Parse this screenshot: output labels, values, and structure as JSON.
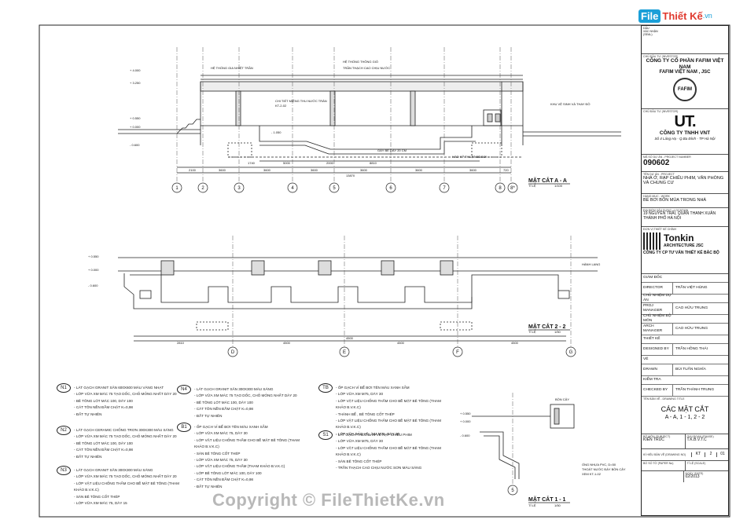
{
  "watermark": {
    "top_brand": "File",
    "top_brand2": "Thiết Kế",
    "top_domain": ".vn",
    "bottom": "Copyright © FileThietKe.vn"
  },
  "title_block": {
    "stamp": "DẤU\nXÁC NHẬN\n(SEAL)",
    "investor_label": "CHỦ ĐẦU TƯ (INVESTOR)",
    "investor_name": "CÔNG TY CỔ PHẦN FAFIM VIỆT NAM",
    "investor_short": "FAFIM VIỆT NAM , JSC",
    "investor_logo": "FAFIM",
    "investor2_label": "CHỦ ĐẦU TƯ (INVESTOR)",
    "investor2_name": "CÔNG TY TNHH VNT",
    "investor2_address": "Số 4 Láng Hạ - Q.Ba Đình - TP Hà Nội",
    "project_no_label": "MÃ SỐ DỰ ÁN - PROJECT NUMBER",
    "project_no": "090602",
    "project_label": "TÊN DỰ ÁN - PROJECT",
    "project_name": "NHÀ Ở, RẠP CHIẾU PHIM, VĂN PHÒNG VÀ CHUNG CƯ",
    "work_label": "HẠNG MỤC - WORK",
    "work_name": "BỂ BƠI BỐN MÙA TRONG NHÀ",
    "location_label": "ĐỊA ĐIỂM XÂY DỰNG - LOCATION",
    "location_name": "19 NGUYỄN TRÃI, QUẬN THANH XUÂN THÀNH PHỐ HÀ NỘI",
    "consultant_label": "ĐƠN VỊ THIẾT KẾ CHÍNH",
    "consultant_logo": "Tonkin",
    "consultant_logo2": "ARCHITECTURE JSC",
    "consultant_name": "CÔNG TY CP TƯ VẤN THIẾT KẾ BẮC BỘ",
    "staff": [
      {
        "role": "GIÁM ĐỐC",
        "role_en": "DIRECTOR",
        "name": "TRẦN VIỆT HÙNG"
      },
      {
        "role": "CHỦ NHIỆM DỰ ÁN",
        "role_en": "PROJ MANAGER",
        "name": "CAO HỮU TRUNG"
      },
      {
        "role": "CHỦ NHIỆM BỘ MÔN",
        "role_en": "ARCH MANAGER",
        "name": "CAO HỮU TRUNG"
      },
      {
        "role": "THIẾT KẾ",
        "role_en": "DESIGNED BY",
        "name": "TRẦN HỒNG THÁI"
      },
      {
        "role": "VẼ",
        "role_en": "DRAWN",
        "name": "BÙI TUẤN NGHĨA"
      },
      {
        "role": "KIỂM TRA",
        "role_en": "CHECKED BY",
        "name": "TRẦN THÀNH TRUNG"
      }
    ],
    "drawing_title_label": "TÊN BẢN VẼ - DRAWING TITLE",
    "drawing_title": "CÁC MẶT CẮT",
    "drawing_subtitle": "A - A, 1 - 1, 2 - 2",
    "subject_label": "BỘ MÔN (SUBJECT)",
    "subject": "KIẾN TRÚC",
    "phase_label": "GIAI ĐOẠN (PHASE)",
    "phase": "T.K.B.V.T.C",
    "drawing_no_label": "KÍ HIỆU BẢN VẼ (DRAWING NO)",
    "drawing_no": [
      "KT",
      "2",
      "01"
    ],
    "paper_label": "BỔ SỐ TỜ (PAPER No)",
    "scale_label": "TỈ LỆ (SCALE)",
    "date_label": "NGÀY (DATE)",
    "date": "02/2013"
  },
  "sections": {
    "aa": {
      "title": "MẶT CẮT  A - A",
      "scale_label": "TỈ LỆ",
      "scale": "1/100",
      "axes": [
        "1",
        "2",
        "3",
        "4",
        "5",
        "6",
        "7",
        "8",
        "8*"
      ],
      "labels": [
        "HỆ THỐNG GIA NHIỆT TRẦN",
        "HỆ THỐNG THÔNG GIÓ",
        "TRẦN THẠCH CAO CHỊU NƯỚC",
        "CHI TIẾT MIỆNG THU NƯỚC TRÀN",
        "KT-2-02",
        "KHU VỆ SINH VÀ THAY ĐỒ",
        "GÂY BỂ DÀY 20 CM",
        "HÀO KỸ THUẬT BỂ BƠI"
      ],
      "levels": [
        "+ 4.000",
        "+ 3.250",
        "+ 0.550",
        "+ 0.000",
        "- 0.600",
        "- 1.050"
      ],
      "dims": [
        "2100",
        "3600",
        "3600",
        "3600",
        "3600",
        "3600",
        "3600",
        "720",
        "1740",
        "5000",
        "2000",
        "8810",
        "13870"
      ]
    },
    "s22": {
      "title": "MẶT CẮT  2 - 2",
      "scale_label": "TỈ LỆ",
      "scale": "1/50",
      "axes": [
        "D",
        "E",
        "F",
        "G"
      ],
      "label": "HÀNH LANG",
      "levels": [
        "+ 0.550",
        "+ 0.000",
        "- 0.600"
      ],
      "dims": [
        "2810",
        "4500",
        "4500",
        "4500",
        "4500"
      ]
    },
    "s11": {
      "title": "MẶT CẮT  1 - 1",
      "scale_label": "TỈ LỆ",
      "scale": "1/50",
      "axis": "5",
      "labels": [
        "BỒN CÂY",
        "ỐNG NHỰA PVC, D=50",
        "THOÁT NƯỚC ĐÁY BỒN CÂY",
        "XEM KT-1-02"
      ],
      "levels": [
        "+ 0.550",
        "+ 0.000",
        "- 0.600"
      ]
    }
  },
  "legend": [
    {
      "tag": "N1",
      "items": [
        "LÁT GẠCH GRANIT SÂN 600X600 MÀU VÀNG NHẠT",
        "LỚP VỮA XM MÁC 75 TẠO DỐC, CHỖ MỎNG NHẤT DÀY 20",
        "BÊ TÔNG LÓT MÁC 100, DÀY 100",
        "CÁT TÔN NỀN ĐẦM CHẶT K=0,98",
        "ĐẤT TỰ NHIÊN"
      ]
    },
    {
      "tag": "N2",
      "items": [
        "LÁT GẠCH CERAMIC CHỐNG TRƠN 300X300 MÀU SÁNG",
        "LỚP VỮA XM MÁC 75 TẠO DỐC, CHỖ MỎNG NHẤT DÀY 20",
        "BÊ TÔNG LÓT MÁC 100, DÀY 100",
        "CÁT TÔN NỀN ĐẦM CHẶT K=0,98",
        "ĐẤT TỰ NHIÊN"
      ]
    },
    {
      "tag": "N3",
      "items": [
        "LÁT GẠCH GRANIT SÂN 300X300 MÀU SÁNG",
        "LỚP VỮA XM MÁC 75 TẠO DỐC, CHỖ MỎNG NHẤT DÀY 20",
        "LỚP VẬT LIỆU CHỐNG THẤM CHO BỀ MẶT BÊ TÔNG (THAM KHẢO B.V.K.C)",
        "SÀN BÊ TÔNG CỐT THÉP",
        "LỚP VỮA XM MÁC 75, DÀY 15"
      ]
    },
    {
      "tag": "N4",
      "items": [
        "LÁT GẠCH GRANIT SÂN 300X300 MÀU SÁNG",
        "LỚP VỮA XM MÁC 75 TẠO DỐC, CHỖ MỎNG NHẤT DÀY 20",
        "BÊ TÔNG LÓT MÁC 100, DÀY 100",
        "CÁT TÔN NỀN ĐẦM CHẶT K=0,98",
        "ĐẤT TỰ NHIÊN"
      ]
    },
    {
      "tag": "B1",
      "items": [
        "ỐP GẠCH VỈ BỂ BƠI TÊN MÀU XANH SẪM",
        "LỚP VỮA XM MÁC 75, DÀY 30",
        "LỚP VẬT LIỆU CHỐNG THẤM CHO BỀ MẶT BÊ TÔNG (THAM KHẢO B.V.K.C)",
        "SÀN BÊ TÔNG CỐT THÉP",
        "LỚP VỮA XM MÁC 75, DÀY 30",
        "LỚP VẬT LIỆU CHỐNG THẤM (THAM KHẢO B.V.K.C)",
        "LỚP BÊ TÔNG LÓT MÁC 100, DÀY 100",
        "CÁT TÔN NỀN ĐẦM CHẶT K=0,98",
        "ĐẤT TỰ NHIÊN"
      ]
    },
    {
      "tag": "TB",
      "items": [
        "ỐP GẠCH VỈ BỂ BƠI TÊN MÀU XANH SẪM",
        "LỚP VỮA XM M75, DÀY 30",
        "LỚP VẬT LIỆU CHỐNG THẤM CHO BỀ MẶT BÊ TÔNG (THAM KHẢO B.V.K.C)",
        "THÀNH BỂ , BÊ TÔNG CỐT THÉP",
        "LỚP VẬT LIỆU CHỐNG THẤM CHO BỀ MẶT BÊ TÔNG (THAM KHẢO B.V.K.C)",
        "LỚP VỮA BẢO VỆ , XM M75, DÀY 30"
      ]
    },
    {
      "tag": "S1",
      "items": [
        "LÁT GẠCH THEO BẢN VẼ RẠP CHIẾU PHIM",
        "LỚP VỮA XM M75, DÀY 30",
        "LỚP VẬT LIỆU CHỐNG THẤM CHO BỀ MẶT BÊ TÔNG (THAM KHẢO B.V.K.C)",
        "SÀN BÊ TÔNG CỐT THÉP",
        "TRẦN THẠCH CAO CHỊU NƯỚC SƠN MÀU SÁNG"
      ]
    }
  ]
}
